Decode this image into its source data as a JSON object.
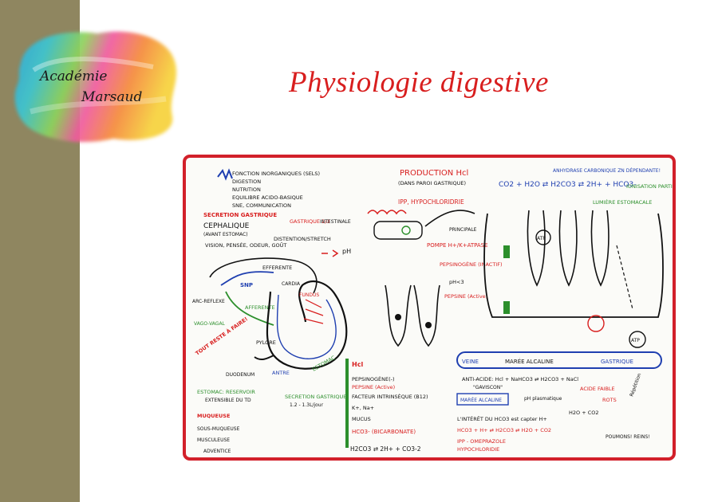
{
  "brand": {
    "line1": "Académie",
    "line2": "Marsaud"
  },
  "title": "Physiologie digestive",
  "board": {
    "top_left": [
      "FONCTION INORGANIQUES (SELS)",
      "DIGESTION",
      "NUTRITION",
      "EQUILIBRE ACIDO-BASIQUE",
      "SNE, COMMUNICATION"
    ],
    "secretion_gastrique": "SECRETION GASTRIQUE",
    "cephalique": "CEPHALIQUE",
    "avant_estomac": "(AVANT ESTOMAC)",
    "gastrique_fraction": "GASTRIQUE 2/3",
    "intestinale": "INTESTINALE",
    "vision": "VISION, PENSÉE, ODEUR, GOÛT",
    "distention": "DISTENTION/STRETCH",
    "ph": "pH",
    "efferente": "EFFERENTE",
    "afferente": "AFFERENTE",
    "snp": "SNP",
    "vago_vagal": "VAGO-VAGAL",
    "arc_reflexe": "ARC-REFLEXE",
    "tout_faire": "TOUT RESTE À FAIRE!",
    "pylore": "PYLORE",
    "duodenum": "DUODENUM",
    "antre": "ANTRE",
    "estomac": "ESTOMAC",
    "fundus": "FUNDUS",
    "cardia": "CARDIA",
    "production_hcl": "PRODUCTION Hcl",
    "dans_paroi": "(DANS PAROI GASTRIQUE)",
    "ipp": "IPP, HYPOCHLORIDRIE",
    "pompe": "POMPE H+/K+ATPASE",
    "principale": "PRINCIPALE",
    "pepsinogene": "PEPSINOGÈNE (INACTIF)",
    "ph_lt_3": "pH<3",
    "pepsine": "PEPSINE (Active)",
    "hcl": "Hcl",
    "pepsinogene_list": "PEPSINOGÈNE(-)",
    "pepsine_list": "PEPSINE (Active)",
    "facteur": "FACTEUR INTRINSÈQUE (B12)",
    "k_na": "K+, Na+",
    "mucus": "MUCUS",
    "bicarbonate": "HCO3- (BICARBONATE)",
    "equation_bottom": "H2CO3 ⇄ 2H+ + CO3-2",
    "co2_eq": "CO2 + H2O ⇄ H2CO3 ⇄ 2H+ + HCO3-",
    "anhydrase": "ANHYDRASE CARBONIQUE ZN DÉPENDANTE!",
    "ionisation": "IONISATION PARTIELLE",
    "lumiere": "LUMIÈRE ESTOMACALE",
    "atp": "ATP",
    "veine": "VEINE",
    "maree_alcaline": "MARÉE ALCALINE",
    "gastrique": "GASTRIQUE",
    "anti_acide": "ANTI-ACIDE: Hcl + NaHCO3 ⇄ H2CO3 + NaCl",
    "gaviscon": "\"GAVISCON\"",
    "acide_faible": "ACIDE FAIBLE",
    "rots": "ROTS",
    "maree_box": "MARÉE ALCALINE",
    "ph_plasma": "pH plasmatique",
    "interet": "L'INTÉRÊT DU HCO3 est capter H+",
    "eq_h2o_co2": "H2O + CO2",
    "hco3_h": "HCO3 + H+ ⇄ H2CO3 ⇄ H2O + CO2",
    "poumons": "POUMONS! REINS!",
    "ipp_omeprazole": "IPP - OMEPRAZOLE",
    "hypochloridie": "HYPOCHLORIDIE",
    "repetition": "Répétition",
    "estomac_reservoir": "ESTOMAC: RESERVOIR",
    "extensible": "EXTENSIBLE DU TD",
    "secretion_list": "SECRETION GASTRIQUE",
    "vol": "1.2 - 1.3L/jour",
    "muqueuse": "MUQUEUSE",
    "sous_muqueuse": "SOUS-MUQUEUSE",
    "musculeuse": "MUSCULEUSE",
    "adventice": "ADVENTICE"
  }
}
